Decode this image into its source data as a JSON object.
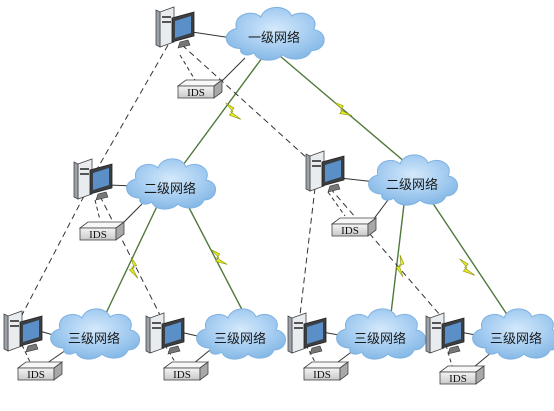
{
  "labels": {
    "level1": "一级网络",
    "level2": "二级网络",
    "level3": "三级网络",
    "ids": "IDS"
  },
  "colors": {
    "cloud_fill": "#9cc6ee",
    "cloud_edge": "#7fb2e2",
    "link_green": "#4f7a3a",
    "lightning": "#e6ef1e",
    "dashed": "#333333"
  },
  "icons": {
    "computer": "computer-icon",
    "ids_device": "ids-device-icon",
    "network_cloud": "cloud-icon",
    "wireless_link": "lightning-icon"
  },
  "networks": [
    {
      "id": "n1",
      "level": "level1"
    },
    {
      "id": "n2a",
      "level": "level2"
    },
    {
      "id": "n2b",
      "level": "level2"
    },
    {
      "id": "n3a",
      "level": "level3"
    },
    {
      "id": "n3b",
      "level": "level3"
    },
    {
      "id": "n3c",
      "level": "level3"
    },
    {
      "id": "n3d",
      "level": "level3"
    }
  ]
}
